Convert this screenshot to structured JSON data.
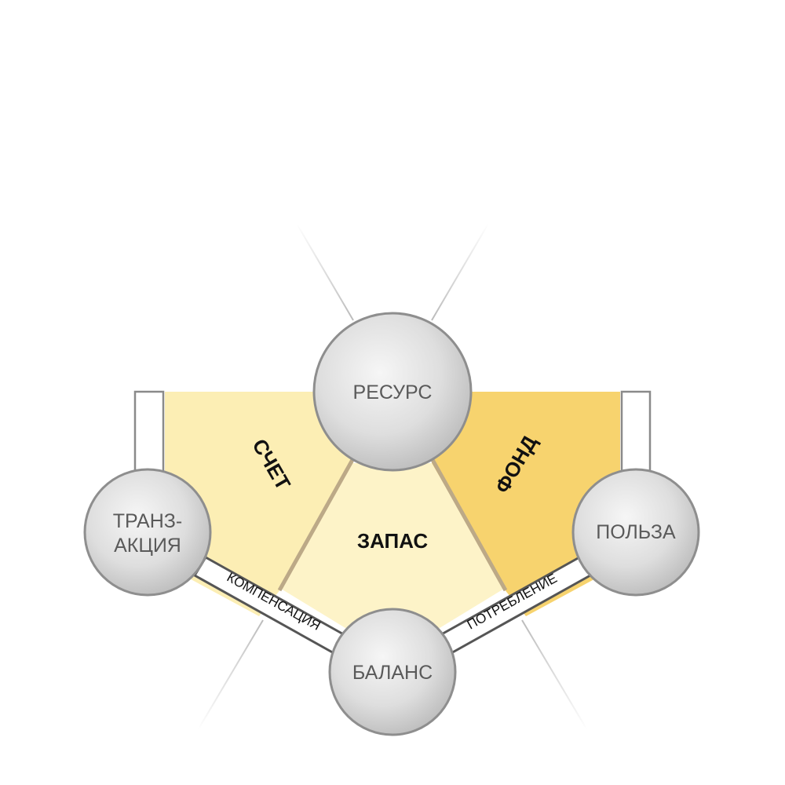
{
  "colors": {
    "schet_fill": "#fceeb4",
    "zapas_fill": "#fdf3c8",
    "fond_fill": "#f7d36e",
    "divider": "#bca987",
    "band": "#555555",
    "node_fill_center": "#f4f4f4",
    "node_fill_edge": "#c4c4c4",
    "node_stroke": "#8e8e8e"
  },
  "nodes": {
    "resurs": "РЕСУРС",
    "tranz_line1": "ТРАНЗ-",
    "tranz_line2": "АКЦИЯ",
    "polza": "ПОЛЬЗА",
    "balans": "БАЛАНС"
  },
  "regions": {
    "schet": "СЧЕТ",
    "zapas": "ЗАПАС",
    "fond": "ФОНД"
  },
  "bands": {
    "kompensaciya": "КОМПЕНСАЦИЯ",
    "potreblenie": "ПОТРЕБЛЕНИЕ"
  }
}
